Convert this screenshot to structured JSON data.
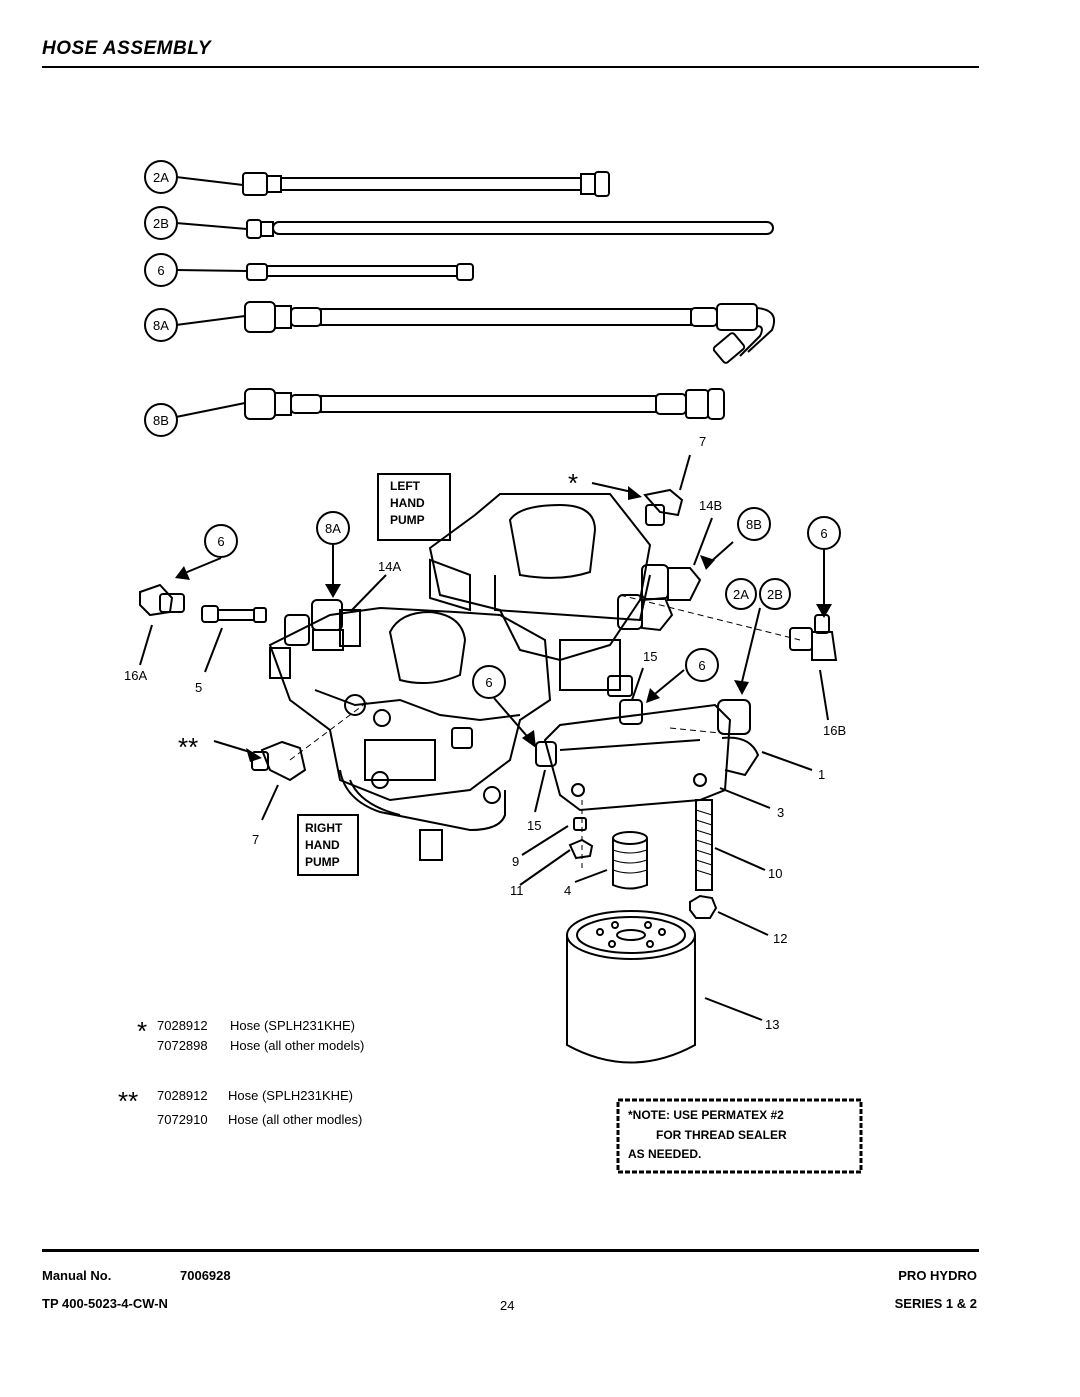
{
  "header": {
    "title": "HOSE ASSEMBLY"
  },
  "callouts": {
    "c2A_top": "2A",
    "c2B_top": "2B",
    "c6_top": "6",
    "c8A_top": "8A",
    "c8B_top": "8B",
    "c6_left": "6",
    "c8A_mid": "8A",
    "c8B_mid": "8B",
    "c6_right": "6",
    "c2A_mid": "2A",
    "c2B_mid": "2B",
    "c6_center": "6",
    "c6_lower": "6"
  },
  "part_numbers": {
    "p7_top": "7",
    "p14B": "14B",
    "p14A": "14A",
    "p16A": "16A",
    "p5": "5",
    "p15_top": "15",
    "p16B": "16B",
    "p1": "1",
    "p3": "3",
    "p7_bottom": "7",
    "p15_bottom": "15",
    "p9": "9",
    "p10": "10",
    "p11": "11",
    "p4": "4",
    "p12": "12",
    "p13": "13"
  },
  "boxes": {
    "left_pump": [
      "LEFT",
      "HAND",
      "PUMP"
    ],
    "right_pump": [
      "RIGHT",
      "HAND",
      "PUMP"
    ]
  },
  "markers": {
    "single": "*",
    "double": "**"
  },
  "legend": {
    "single_star": [
      {
        "part": "7028912",
        "desc": "Hose (SPLH231KHE)"
      },
      {
        "part": "7072898",
        "desc": "Hose (all other models)"
      }
    ],
    "double_star": [
      {
        "part": "7028912",
        "desc": "Hose (SPLH231KHE)"
      },
      {
        "part": "7072910",
        "desc": "Hose (all other modles)"
      }
    ]
  },
  "note": [
    "*NOTE: USE PERMATEX #2",
    "FOR THREAD SEALER",
    "AS NEEDED."
  ],
  "footer": {
    "manual_label": "Manual No.",
    "manual_number": "7006928",
    "tp_code": "TP 400-5023-4-CW-N",
    "page_number": "24",
    "product": "PRO HYDRO",
    "series": "SERIES 1 & 2"
  }
}
